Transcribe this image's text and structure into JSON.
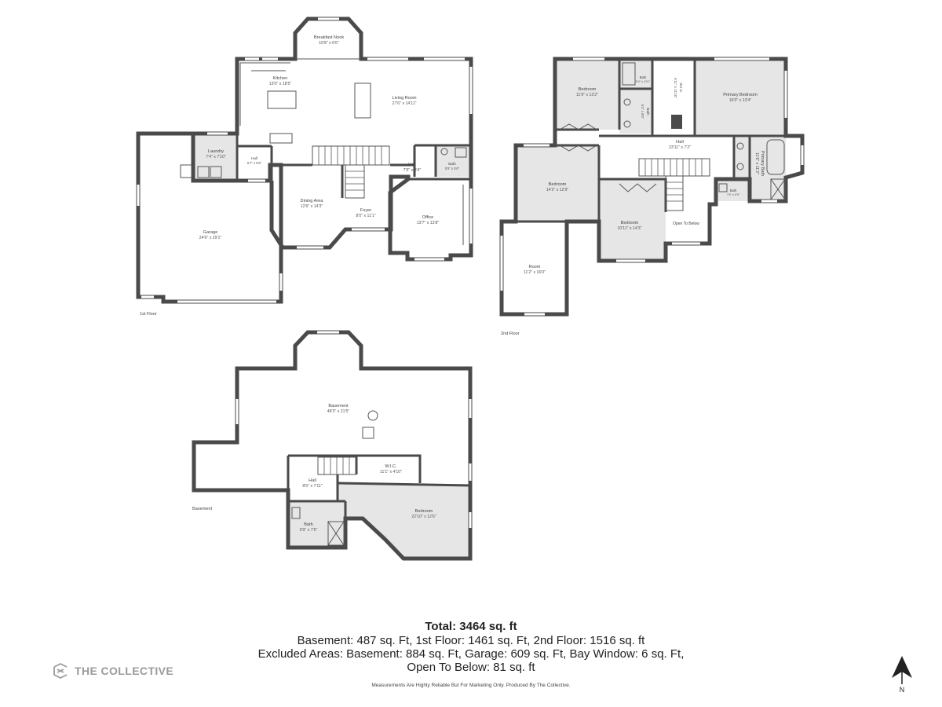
{
  "floors": [
    {
      "label": "1st Floor",
      "rooms": [
        {
          "name": "Breakfast Nook",
          "dims": "10'8\" x 6'6\""
        },
        {
          "name": "Kitchen",
          "dims": "13'0\" x 18'5\""
        },
        {
          "name": "Living Room",
          "dims": "27'6\" x 14'11\""
        },
        {
          "name": "Laundry",
          "dims": "7'4\" x 7'10\""
        },
        {
          "name": "Hall",
          "dims": "5'7\" x 5'6\""
        },
        {
          "name": "Hall",
          "dims": "7'6\" x 8'4\""
        },
        {
          "name": "Bath",
          "dims": "5'9\" x 5'6\""
        },
        {
          "name": "Dining Area",
          "dims": "12'6\" x 14'3\""
        },
        {
          "name": "Foyer",
          "dims": "8'0\" x 11'1\""
        },
        {
          "name": "Office",
          "dims": "13'7\" x 13'8\""
        },
        {
          "name": "Garage",
          "dims": "24'6\" x 29'1\""
        }
      ]
    },
    {
      "label": "2nd Floor",
      "rooms": [
        {
          "name": "Bedroom",
          "dims": "11'9\" x 13'2\""
        },
        {
          "name": "Bath",
          "dims": "5'4\" x 4'11\""
        },
        {
          "name": "Bath",
          "dims": "5'4\" x 8'0\""
        },
        {
          "name": "W.I.C.",
          "dims": "6'11\" x 11'10\""
        },
        {
          "name": "Primary Bedroom",
          "dims": "16'0\" x 13'4\""
        },
        {
          "name": "Hall",
          "dims": "23'11\" x 7'2\""
        },
        {
          "name": "Primary Bath",
          "dims": "11'6\" x 11'2\""
        },
        {
          "name": "Bedroom",
          "dims": "14'2\" x 12'9\""
        },
        {
          "name": "Bath",
          "dims": "7'8\" x 5'9\""
        },
        {
          "name": "Bedroom",
          "dims": "10'11\" x 14'3\""
        },
        {
          "name": "Open To Below",
          "dims": ""
        },
        {
          "name": "Room",
          "dims": "11'2\" x 16'0\""
        }
      ]
    },
    {
      "label": "Basement",
      "rooms": [
        {
          "name": "Basement",
          "dims": "48'3\" x 21'5\""
        },
        {
          "name": "W.I.C.",
          "dims": "11'1\" x 4'10\""
        },
        {
          "name": "Hall",
          "dims": "8'6\" x 7'11\""
        },
        {
          "name": "Bedroom",
          "dims": "22'10\" x 12'6\""
        },
        {
          "name": "Bath",
          "dims": "9'9\" x 7'5\""
        }
      ]
    }
  ],
  "summary": {
    "total": "Total: 3464 sq. ft",
    "line1": "Basement: 487 sq. Ft, 1st Floor: 1461 sq. Ft, 2nd Floor: 1516 sq. ft",
    "line2": "Excluded Areas: Basement: 884 sq. Ft, Garage: 609 sq. Ft, Bay Window: 6 sq. Ft,",
    "line3": "Open To Below: 81 sq. ft"
  },
  "disclaimer": "Measurements Are Highly Reliable But For Marketing Only. Produced By The Collective.",
  "logo": {
    "text": "THE COLLECTIVE",
    "icon": "collective-logo-icon"
  },
  "compass": {
    "label": "N",
    "icon": "north-arrow-icon"
  },
  "colors": {
    "wall": "#4a4a4a",
    "shaded_room": "#e6e6e6",
    "text": "#222222",
    "logo": "#9a9a9a"
  }
}
